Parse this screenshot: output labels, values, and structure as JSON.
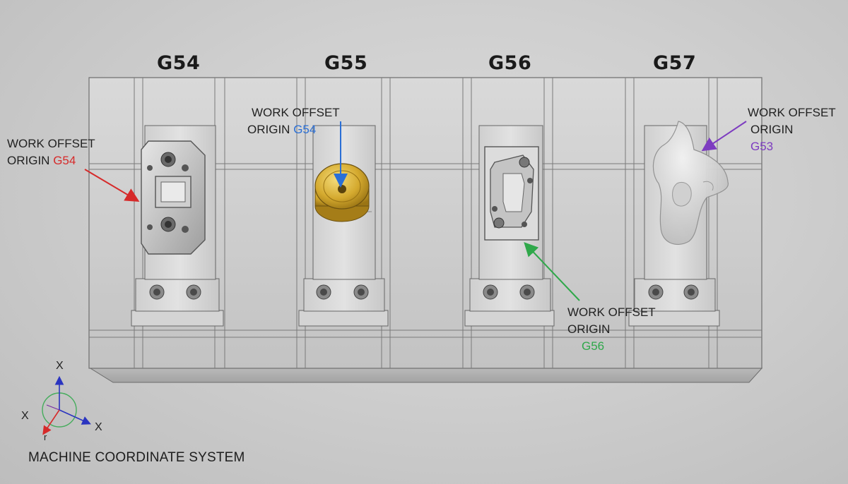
{
  "headers": {
    "g54": "G54",
    "g55": "G55",
    "g56": "G56",
    "g57": "G57"
  },
  "labels": {
    "g54": {
      "line1": "WORK OFFSET",
      "line2": "ORIGIN",
      "code": "G54"
    },
    "g55": {
      "line1": "WORK OFFSET",
      "line2": "ORIGIN",
      "code": "G54"
    },
    "g56": {
      "line1": "WORK OFFSET",
      "line2": "ORIGIN",
      "code": "G56"
    },
    "g57": {
      "line1": "WORK OFFSET",
      "line2": "ORIGIN",
      "code": "G53"
    }
  },
  "axes": {
    "up": "X",
    "left": "X",
    "right": "X",
    "down": "r"
  },
  "machine_label": "MACHINE COORDINATE SYSTEM",
  "colors": {
    "g54": "#d62a2a",
    "g55": "#2a6fd6",
    "g56": "#2fa84a",
    "g57": "#7d3cc0"
  },
  "parts": {
    "g54": "steel-plate",
    "g55": "brass-cylinder",
    "g56": "pocketed-block",
    "g57": "clear-organic-part"
  }
}
